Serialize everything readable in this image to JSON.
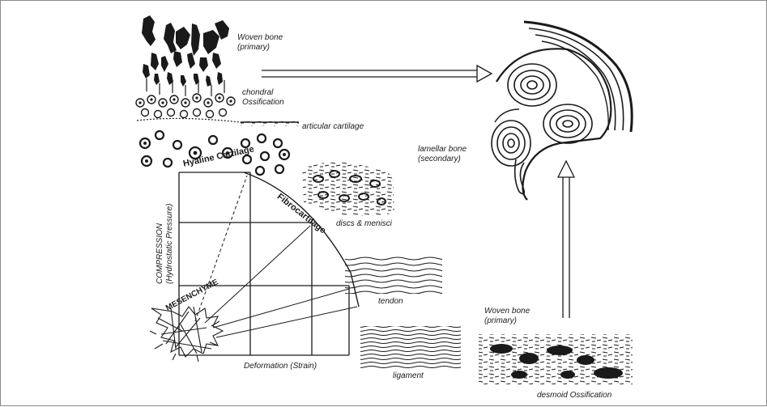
{
  "labels": {
    "woven_bone_top_1": "Woven bone",
    "woven_bone_top_2": "(primary)",
    "chondral_1": "chondral",
    "chondral_2": "Ossification",
    "articular_cartilage": "articular cartilage",
    "lamellar_1": "lamellar bone",
    "lamellar_2": "(secondary)",
    "hyaline_cartilage": "Hyaline Cartilage",
    "fibrocartilage": "Fibrocartilage",
    "discs": "discs & menisci",
    "compression_1": "COMPRESSION",
    "compression_2": "(Hydrostatic Pressure)",
    "tendon": "tendon",
    "woven_bone_bottom_1": "Woven bone",
    "woven_bone_bottom_2": "(primary)",
    "mesenchyme": "MESENCHYME",
    "deformation": "Deformation (Strain)",
    "ligament": "ligament",
    "desmoid": "desmoid Ossification"
  },
  "colors": {
    "ink": "#1a1a1a",
    "frame": "#8a8a8a",
    "background": "#ffffff"
  }
}
